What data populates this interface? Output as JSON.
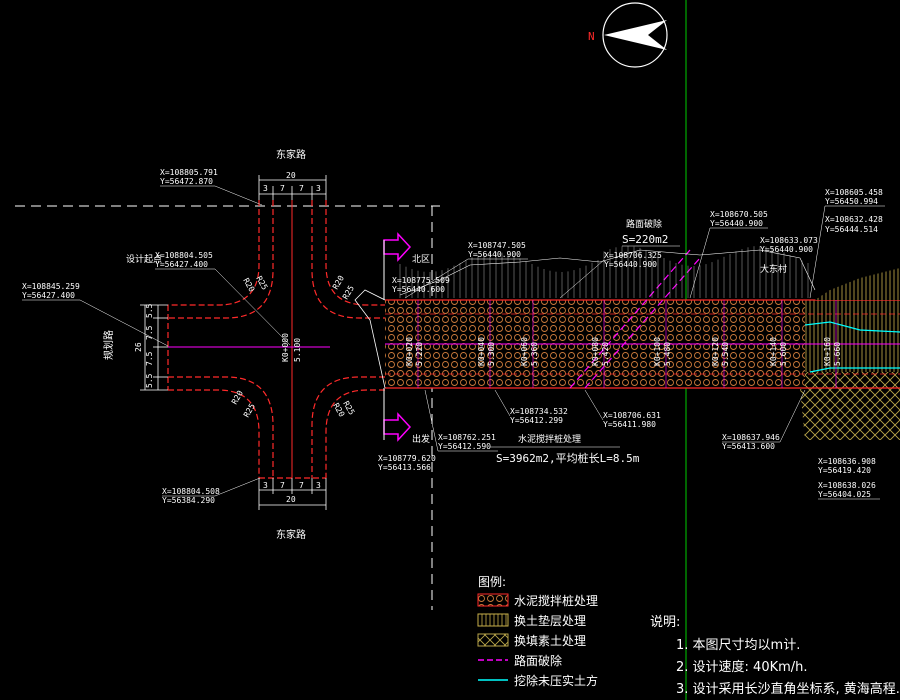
{
  "north": {
    "label": "N"
  },
  "colors": {
    "background": "#000000",
    "road_red": "#ff2a2a",
    "magenta": "#ff00ff",
    "green_axis": "#00cc00",
    "white": "#ffffff",
    "cyan": "#00ffff",
    "olive_fill": "#b8a44a",
    "pile_fill": "#a0522d"
  },
  "labels": {
    "road_top": "东家路",
    "road_bottom": "东家路",
    "road_left": "规划路",
    "design_point": "设计起点",
    "direction_north": "北区",
    "direction_south": "出发",
    "pavement_break_title": "路面破除",
    "pavement_break_area": "S=220m2",
    "cement_title": "水泥搅拌桩处理",
    "cement_area": "S=3962m2,平均桩长L=8.5m",
    "village": "大东村",
    "axis_sm": "K0+000",
    "axis_sm2": "5.100"
  },
  "dims": {
    "top_total": "20",
    "top_parts": [
      "3",
      "7",
      "7",
      "3"
    ],
    "bottom_total": "20",
    "bottom_parts": [
      "3",
      "7",
      "7",
      "3"
    ],
    "left_parts": [
      "5.5",
      "7.5",
      "7.5",
      "5.5"
    ],
    "left_total": "26",
    "radius_label": "R20",
    "radius_label2": "R25"
  },
  "coords": {
    "c1": [
      "X=108805.791",
      "Y=56472.870"
    ],
    "c2": [
      "X=108804.505",
      "Y=56427.400"
    ],
    "c3": [
      "X=108845.259",
      "Y=56427.400"
    ],
    "c4": [
      "X=108804.508",
      "Y=56384.290"
    ],
    "c5": [
      "X=108747.505",
      "Y=56440.900"
    ],
    "c6": [
      "X=108775.509",
      "Y=56440.600"
    ],
    "c7": [
      "X=108706.325",
      "Y=56440.900"
    ],
    "c8": [
      "X=108670.505",
      "Y=56440.900"
    ],
    "c9": [
      "X=108633.073",
      "Y=56440.900"
    ],
    "c10": [
      "X=108605.458",
      "Y=56450.994"
    ],
    "c11": [
      "X=108632.428",
      "Y=56444.514"
    ],
    "c12": [
      "X=108734.532",
      "Y=56412.299"
    ],
    "c13": [
      "X=108706.631",
      "Y=56411.980"
    ],
    "c14": [
      "X=108762.251",
      "Y=56412.590"
    ],
    "c15": [
      "X=108779.620",
      "Y=56413.566"
    ],
    "c16": [
      "X=108637.946",
      "Y=56413.600"
    ],
    "c17": [
      "X=108636.908",
      "Y=56419.420"
    ],
    "c18": [
      "X=108638.026",
      "Y=56404.025"
    ]
  },
  "stations": [
    [
      "K0+020",
      "5.220"
    ],
    [
      "K0+040",
      "5.300"
    ],
    [
      "K0+060",
      "5.360"
    ],
    [
      "K0+080",
      "5.420"
    ],
    [
      "K0+100",
      "5.480"
    ],
    [
      "K0+120",
      "5.540"
    ],
    [
      "K0+140",
      "5.600"
    ],
    [
      "K0+160",
      "5.660"
    ]
  ],
  "legend": {
    "title": "图例:",
    "items": [
      {
        "label": "水泥搅拌桩处理",
        "kind": "pile"
      },
      {
        "label": "换土垫层处理",
        "kind": "fill"
      },
      {
        "label": "换填素土处理",
        "kind": "cross"
      },
      {
        "label": "路面破除",
        "kind": "magenta-dash"
      },
      {
        "label": "挖除未压实土方",
        "kind": "cyan-line"
      }
    ]
  },
  "notes": {
    "title": "说明:",
    "items": [
      "1. 本图尺寸均以m计.",
      "2. 设计速度: 40Km/h.",
      "3. 设计采用长沙直角坐标系, 黄海高程."
    ]
  }
}
